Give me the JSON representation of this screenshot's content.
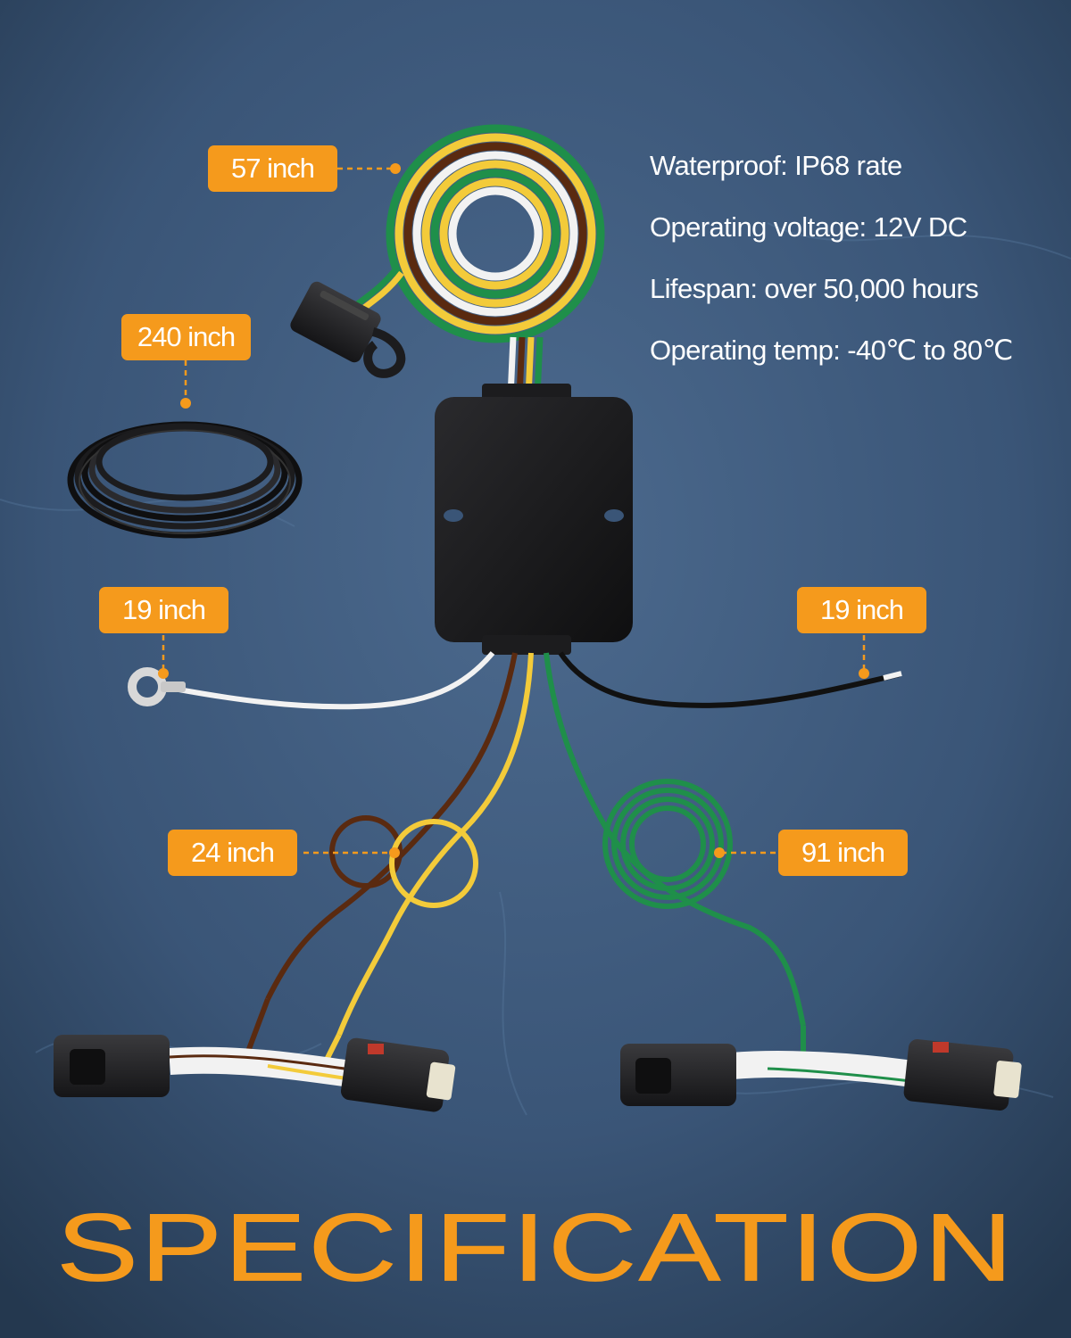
{
  "headline": "SPECIFICATION",
  "specs": [
    "Waterproof: IP68 rate",
    "Operating voltage: 12V DC",
    "Lifespan: over 50,000 hours",
    "Operating temp: -40℃ to 80℃"
  ],
  "lengths": {
    "flat_connector_wire": "57 inch",
    "black_cable_roll": "240 inch",
    "ground_wire": "19 inch",
    "power_wire": "19 inch",
    "left_harness_wires": "24 inch",
    "right_harness_wire": "91 inch"
  },
  "colors": {
    "accent": "#f59a1c",
    "background": "#3a5577",
    "wire_green": "#1f8f4a",
    "wire_yellow": "#f3cb3a",
    "wire_brown": "#5a2a10",
    "wire_white": "#f2f2f2",
    "module_black": "#1c1c1e"
  }
}
